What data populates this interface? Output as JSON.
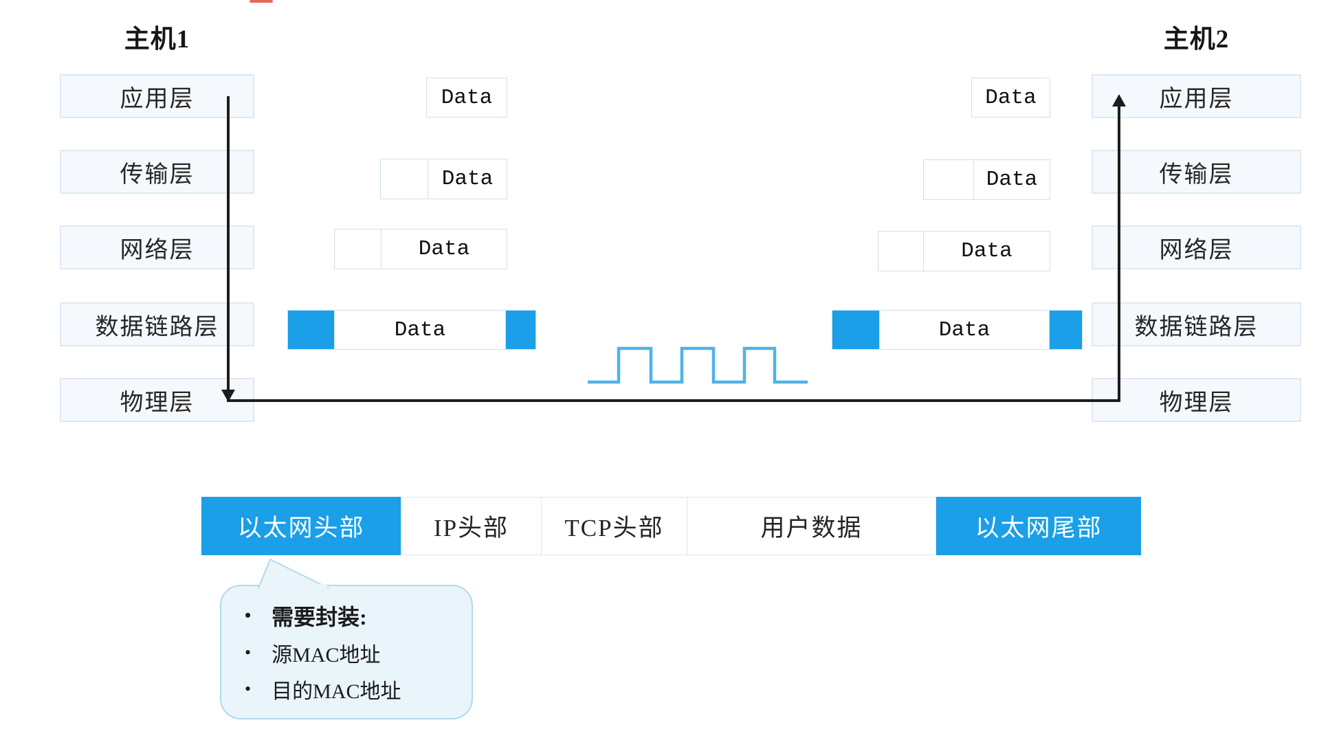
{
  "hosts": {
    "host1": "主机1",
    "host2": "主机2"
  },
  "layers": [
    "应用层",
    "传输层",
    "网络层",
    "数据链路层",
    "物理层"
  ],
  "encapsulation": {
    "data_label": "Data"
  },
  "frame": {
    "ethernet_header": "以太网头部",
    "ip_header": "IP头部",
    "tcp_header": "TCP头部",
    "user_data": "用户数据",
    "ethernet_trailer": "以太网尾部"
  },
  "callout": {
    "bullet": "•",
    "title": "需要封装:",
    "items": [
      "源MAC地址",
      "目的MAC地址"
    ]
  },
  "colors": {
    "accent_blue": "#1a9fe8",
    "waveform_blue": "#4fb3e8",
    "line_black": "#1c1c1c",
    "layer_box_fill": "#f5f9fd",
    "bubble_fill": "#eaf4fb"
  }
}
